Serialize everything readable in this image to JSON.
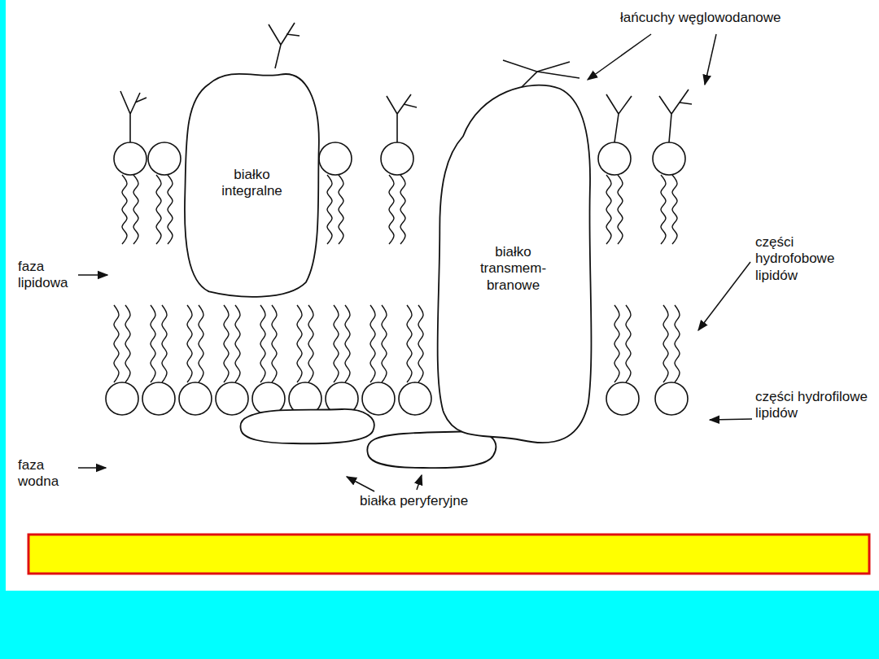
{
  "diagram": {
    "nodes": [
      {
        "text": [
          "białko integralne"
        ]
      },
      {
        "text": [
          "białko transmem- branowe"
        ]
      }
    ],
    "labels": [
      "łańcuchy węglowodanowe",
      "faza lipidowa",
      "części hydrofobowe lipidów",
      "części hydrofilowe lipidów",
      "faza wodna",
      "białka peryferyjne"
    ]
  }
}
